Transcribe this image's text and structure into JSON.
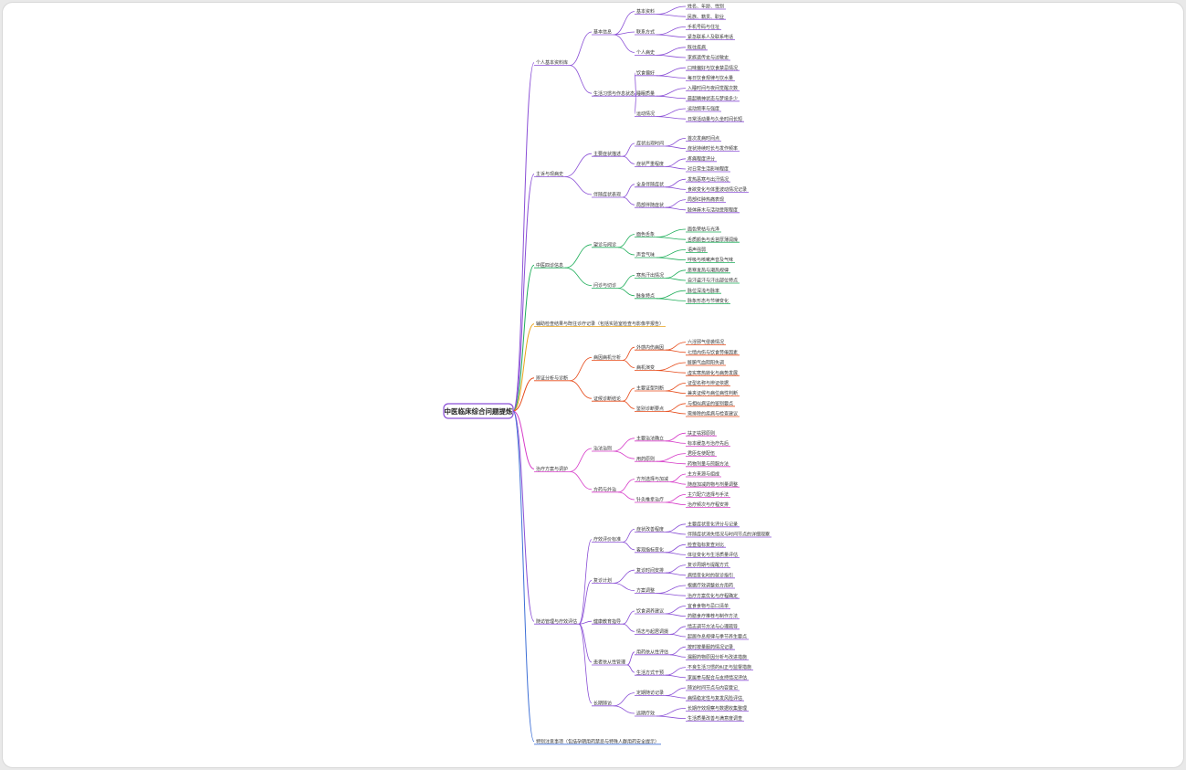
{
  "root": "中医临床综合问题提炼",
  "colors": {
    "root_border": "#8a4fd6",
    "branch_1": "#8a4fd6",
    "branch_2": "#8a4fd6",
    "branch_3": "#1fae5a",
    "branch_4": "#e8a21a",
    "branch_5": "#e64a19",
    "branch_6": "#d63ac8",
    "branch_7": "#8a4fd6",
    "branch_8": "#3d6fd6"
  },
  "branches": [
    {
      "text": "个人基本资料库",
      "children": [
        {
          "text": "基本信息",
          "children": [
            {
              "text": "基本资料",
              "children": [
                "姓名、年龄、性别",
                "民族、籍贯、职业"
              ]
            },
            {
              "text": "联系方式",
              "children": [
                "手机号码与住址",
                "紧急联系人及联系电话"
              ]
            },
            {
              "text": "个人病史",
              "children": [
                "既往疾病",
                "家族遗传史与过敏史"
              ]
            }
          ]
        },
        {
          "text": "生活习惯与作息状态",
          "children": [
            {
              "text": "饮食偏好",
              "children": [
                "口味偏好与饮食禁忌情况",
                "每日饮食规律与饮水量"
              ]
            },
            {
              "text": "睡眠质量",
              "children": [
                "入睡时间与夜间觉醒次数",
                "晨起精神状态与梦境多少"
              ]
            },
            {
              "text": "运动情况",
              "children": [
                "运动频率与强度",
                "日常活动量与久坐时间长短"
              ]
            }
          ]
        }
      ]
    },
    {
      "text": "主诉与现病史",
      "children": [
        {
          "text": "主要症状描述",
          "children": [
            {
              "text": "症状出现时间",
              "children": [
                "首次发病时间点",
                "症状持续时长与发作频率"
              ]
            },
            {
              "text": "症状严重程度",
              "children": [
                "疼痛程度评分",
                "对日常生活影响程度"
              ]
            }
          ]
        },
        {
          "text": "伴随症状表现",
          "children": [
            {
              "text": "全身伴随症状",
              "children": [
                "发热恶寒与出汗情况",
                "食欲变化与体重波动情况记录"
              ]
            },
            {
              "text": "局部伴随症状",
              "children": [
                "局部红肿热痛表现",
                "肢体麻木与活动受限程度"
              ]
            }
          ]
        }
      ]
    },
    {
      "text": "中医四诊信息",
      "children": [
        {
          "text": "望诊与闻诊",
          "children": [
            {
              "text": "面色舌象",
              "children": [
                "面色荣枯与光泽",
                "舌质颜色与舌苔厚薄润燥"
              ]
            },
            {
              "text": "声音气味",
              "children": [
                "语声强弱",
                "呼吸与咳嗽声音及气味"
              ]
            }
          ]
        },
        {
          "text": "问诊与切诊",
          "children": [
            {
              "text": "寒热汗出情况",
              "children": [
                "恶寒发热与潮热规律",
                "自汗盗汗与汗出部位特点"
              ]
            },
            {
              "text": "脉象特点",
              "children": [
                "脉位深浅与脉率",
                "脉象形态与节律变化"
              ]
            }
          ]
        }
      ]
    },
    {
      "text": "辅助检查结果与既往诊疗记录（包括实验室检查与影像学报告）",
      "children": []
    },
    {
      "text": "辨证分析与诊断",
      "children": [
        {
          "text": "病因病机分析",
          "children": [
            {
              "text": "外感内伤病因",
              "children": [
                "六淫邪气侵袭情况",
                "七情内伤与饮食劳倦因素"
              ]
            },
            {
              "text": "病机演变",
              "children": [
                "脏腑气血阴阳失调",
                "虚实寒热转化与病势发展"
              ]
            }
          ]
        },
        {
          "text": "证候诊断结论",
          "children": [
            {
              "text": "主要证型判断",
              "children": [
                "证型名称与辨证依据",
                "兼夹证候与病位病性判断"
              ]
            },
            {
              "text": "鉴别诊断要点",
              "children": [
                "与相似病证的鉴别要点",
                "需排除的疾病与检查建议"
              ]
            }
          ]
        }
      ]
    },
    {
      "text": "治疗方案与调护",
      "children": [
        {
          "text": "治法治则",
          "children": [
            {
              "text": "主要治法确立",
              "children": [
                "扶正祛邪原则",
                "标本缓急与治疗先后"
              ]
            },
            {
              "text": "用药原则",
              "children": [
                "君臣佐使配伍",
                "药物剂量与煎服方法"
              ]
            }
          ]
        },
        {
          "text": "方药与外治",
          "children": [
            {
              "text": "方剂选择与加减",
              "children": [
                "主方来源与组成",
                "随症加减药物与剂量调整"
              ]
            },
            {
              "text": "针灸推拿治疗",
              "children": [
                "主穴配穴选择与手法",
                "治疗频次与疗程安排"
              ]
            }
          ]
        }
      ]
    },
    {
      "text": "随访管理与疗效评估",
      "children": [
        {
          "text": "疗效评价标准",
          "children": [
            {
              "text": "症状改善程度",
              "children": [
                "主要症状变化评分与记录",
                "伴随症状消失情况与时间节点的详细观察"
              ]
            },
            {
              "text": "客观指标变化",
              "children": [
                "检查指标复查对比",
                "体征变化与生活质量评估"
              ]
            }
          ]
        },
        {
          "text": "复诊计划",
          "children": [
            {
              "text": "复诊时间安排",
              "children": [
                "复诊周期与提醒方式",
                "病情变化时的就诊指引"
              ]
            },
            {
              "text": "方案调整",
              "children": [
                "根据疗效调整处方用药",
                "治疗方案优化与疗程确定"
              ]
            }
          ]
        },
        {
          "text": "健康教育指导",
          "children": [
            {
              "text": "饮食调养建议",
              "children": [
                "宜食食物与忌口清单",
                "药膳食疗推荐与制作方法"
              ]
            },
            {
              "text": "情志与起居调摄",
              "children": [
                "情志调节方法与心理疏导",
                "起居作息规律与季节养生要点"
              ]
            }
          ]
        },
        {
          "text": "患者依从性管理",
          "children": [
            {
              "text": "用药依从性评估",
              "children": [
                "按时按量服药情况记录",
                "漏服药物原因分析与改进措施"
              ]
            },
            {
              "text": "生活方式干预",
              "children": [
                "不良生活习惯的纠正与监督措施",
                "家属参与配合与支持情况评估"
              ]
            }
          ]
        },
        {
          "text": "长期随访",
          "children": [
            {
              "text": "定期随访记录",
              "children": [
                "随访时间节点与内容登记",
                "病情稳定性与复发风险评估"
              ]
            },
            {
              "text": "远期疗效",
              "children": [
                "长期疗效观察与数据收集整理",
                "生活质量改善与满意度调查"
              ]
            }
          ]
        }
      ]
    },
    {
      "text": "特别注意事项（包括孕期用药禁忌与特殊人群用药安全提示）",
      "children": []
    }
  ]
}
